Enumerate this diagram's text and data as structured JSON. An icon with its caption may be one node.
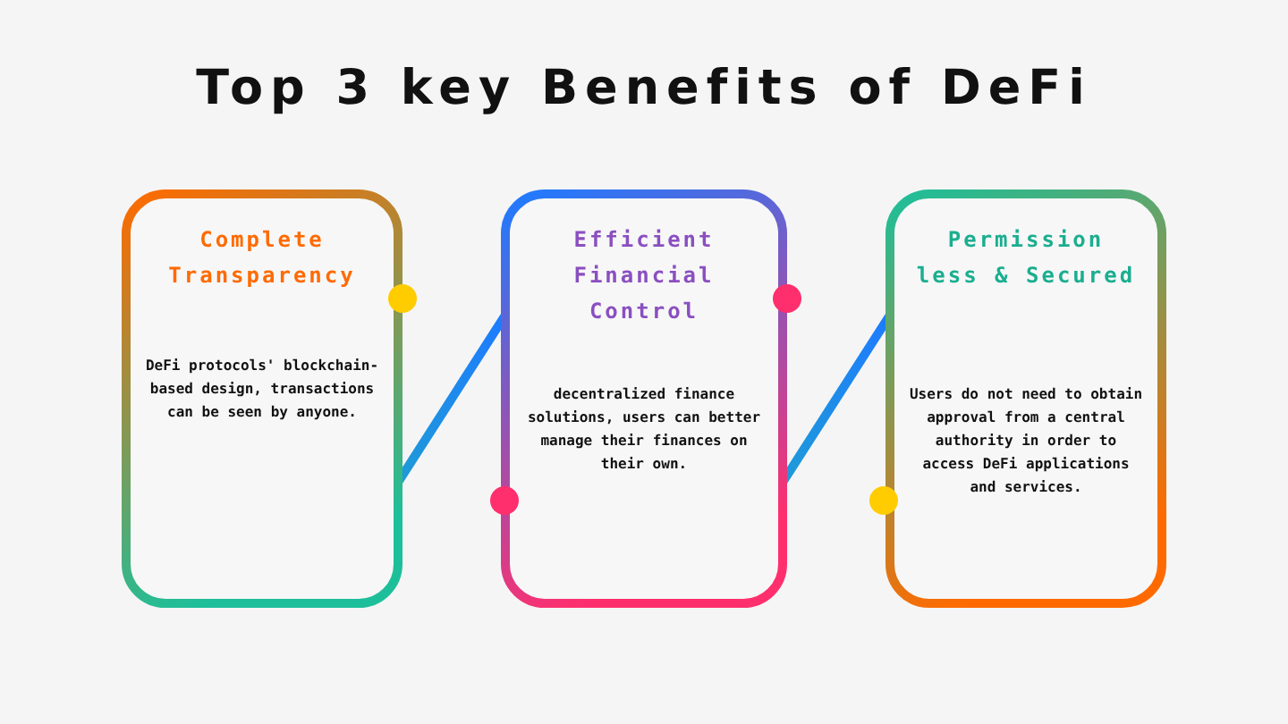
{
  "diagram": {
    "title": "Top 3 key Benefits of DeFi",
    "nodes": [
      {
        "text": [
          "Complete Transparency",
          "DeFi protocols' blockchain-based design, transactions can be seen by anyone."
        ]
      },
      {
        "text": [
          "Efficient Financial Control",
          "decentralized finance solutions, users can better manage their finances on their own."
        ]
      },
      {
        "text": [
          "Permission less & Secured",
          "Users do not need to obtain approval from a central authority in order to access DeFi applications and services."
        ]
      }
    ],
    "edges": [
      {
        "from": 0,
        "to": 1,
        "arrow": "none"
      },
      {
        "from": 1,
        "to": 2,
        "arrow": "none"
      }
    ]
  }
}
